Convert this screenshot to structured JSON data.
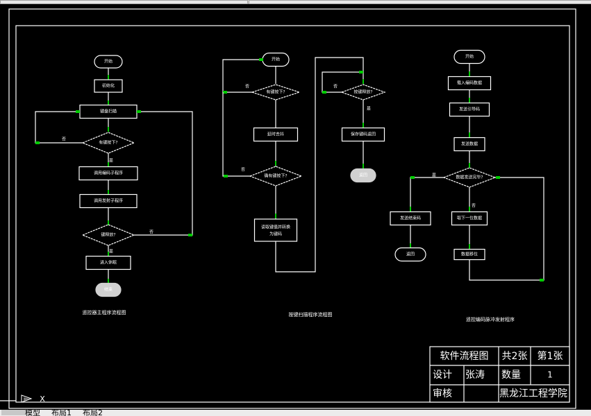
{
  "tabs": [
    "模型",
    "布局1",
    "布局2"
  ],
  "ucs": {
    "axis_label": "X"
  },
  "flowcharts": [
    {
      "caption": "遥控器主程序流程图",
      "nodes": {
        "start": "开始",
        "init": "初始化",
        "scan": "键盘扫描",
        "key_pressed": "有键按下?",
        "encode": "调用编码子程序",
        "emit": "调用发射子程序",
        "key_released": "键释放?",
        "sleep": "进入休眠",
        "end": "结束"
      },
      "labels": {
        "no_left": "否",
        "yes_down": "是",
        "no_right": "否",
        "yes_bottom": "是"
      }
    },
    {
      "caption": "按键扫描程序流程图",
      "nodes": {
        "start": "开始",
        "key_pressed": "有键按下?",
        "delay": "延时去抖",
        "confirm": "确有键按下?",
        "get_code": "读取键值并转换为键码",
        "released": "按键释放?",
        "save": "保存键码返回",
        "end": "返回"
      },
      "labels": {
        "no1": "否",
        "no2": "否",
        "no3": "否",
        "yes3": "是"
      }
    },
    {
      "caption": "遥控编码脉冲发射程序",
      "nodes": {
        "start": "开始",
        "load": "载入编码数据",
        "header": "发送引导码",
        "send": "发送数据",
        "done": "数据发送完毕?",
        "stop": "发送结束码",
        "next": "取下一位数据",
        "shift": "数据移位",
        "end": "返回"
      },
      "labels": {
        "yes_left": "是",
        "no_down": "否"
      }
    }
  ],
  "title_block": {
    "drawing_name": "软件流程图",
    "total_sheets": "共2张",
    "sheet_no": "第1张",
    "design_label": "设计",
    "designer": "张涛",
    "quantity_label": "数量",
    "quantity": "1",
    "review_label": "审核",
    "reviewer": "",
    "institution": "黑龙江工程学院"
  },
  "colors": {
    "line": "#ffffff",
    "connector": "#00cc00",
    "terminal_fill": "#d0d0d0",
    "background": "#000000"
  }
}
